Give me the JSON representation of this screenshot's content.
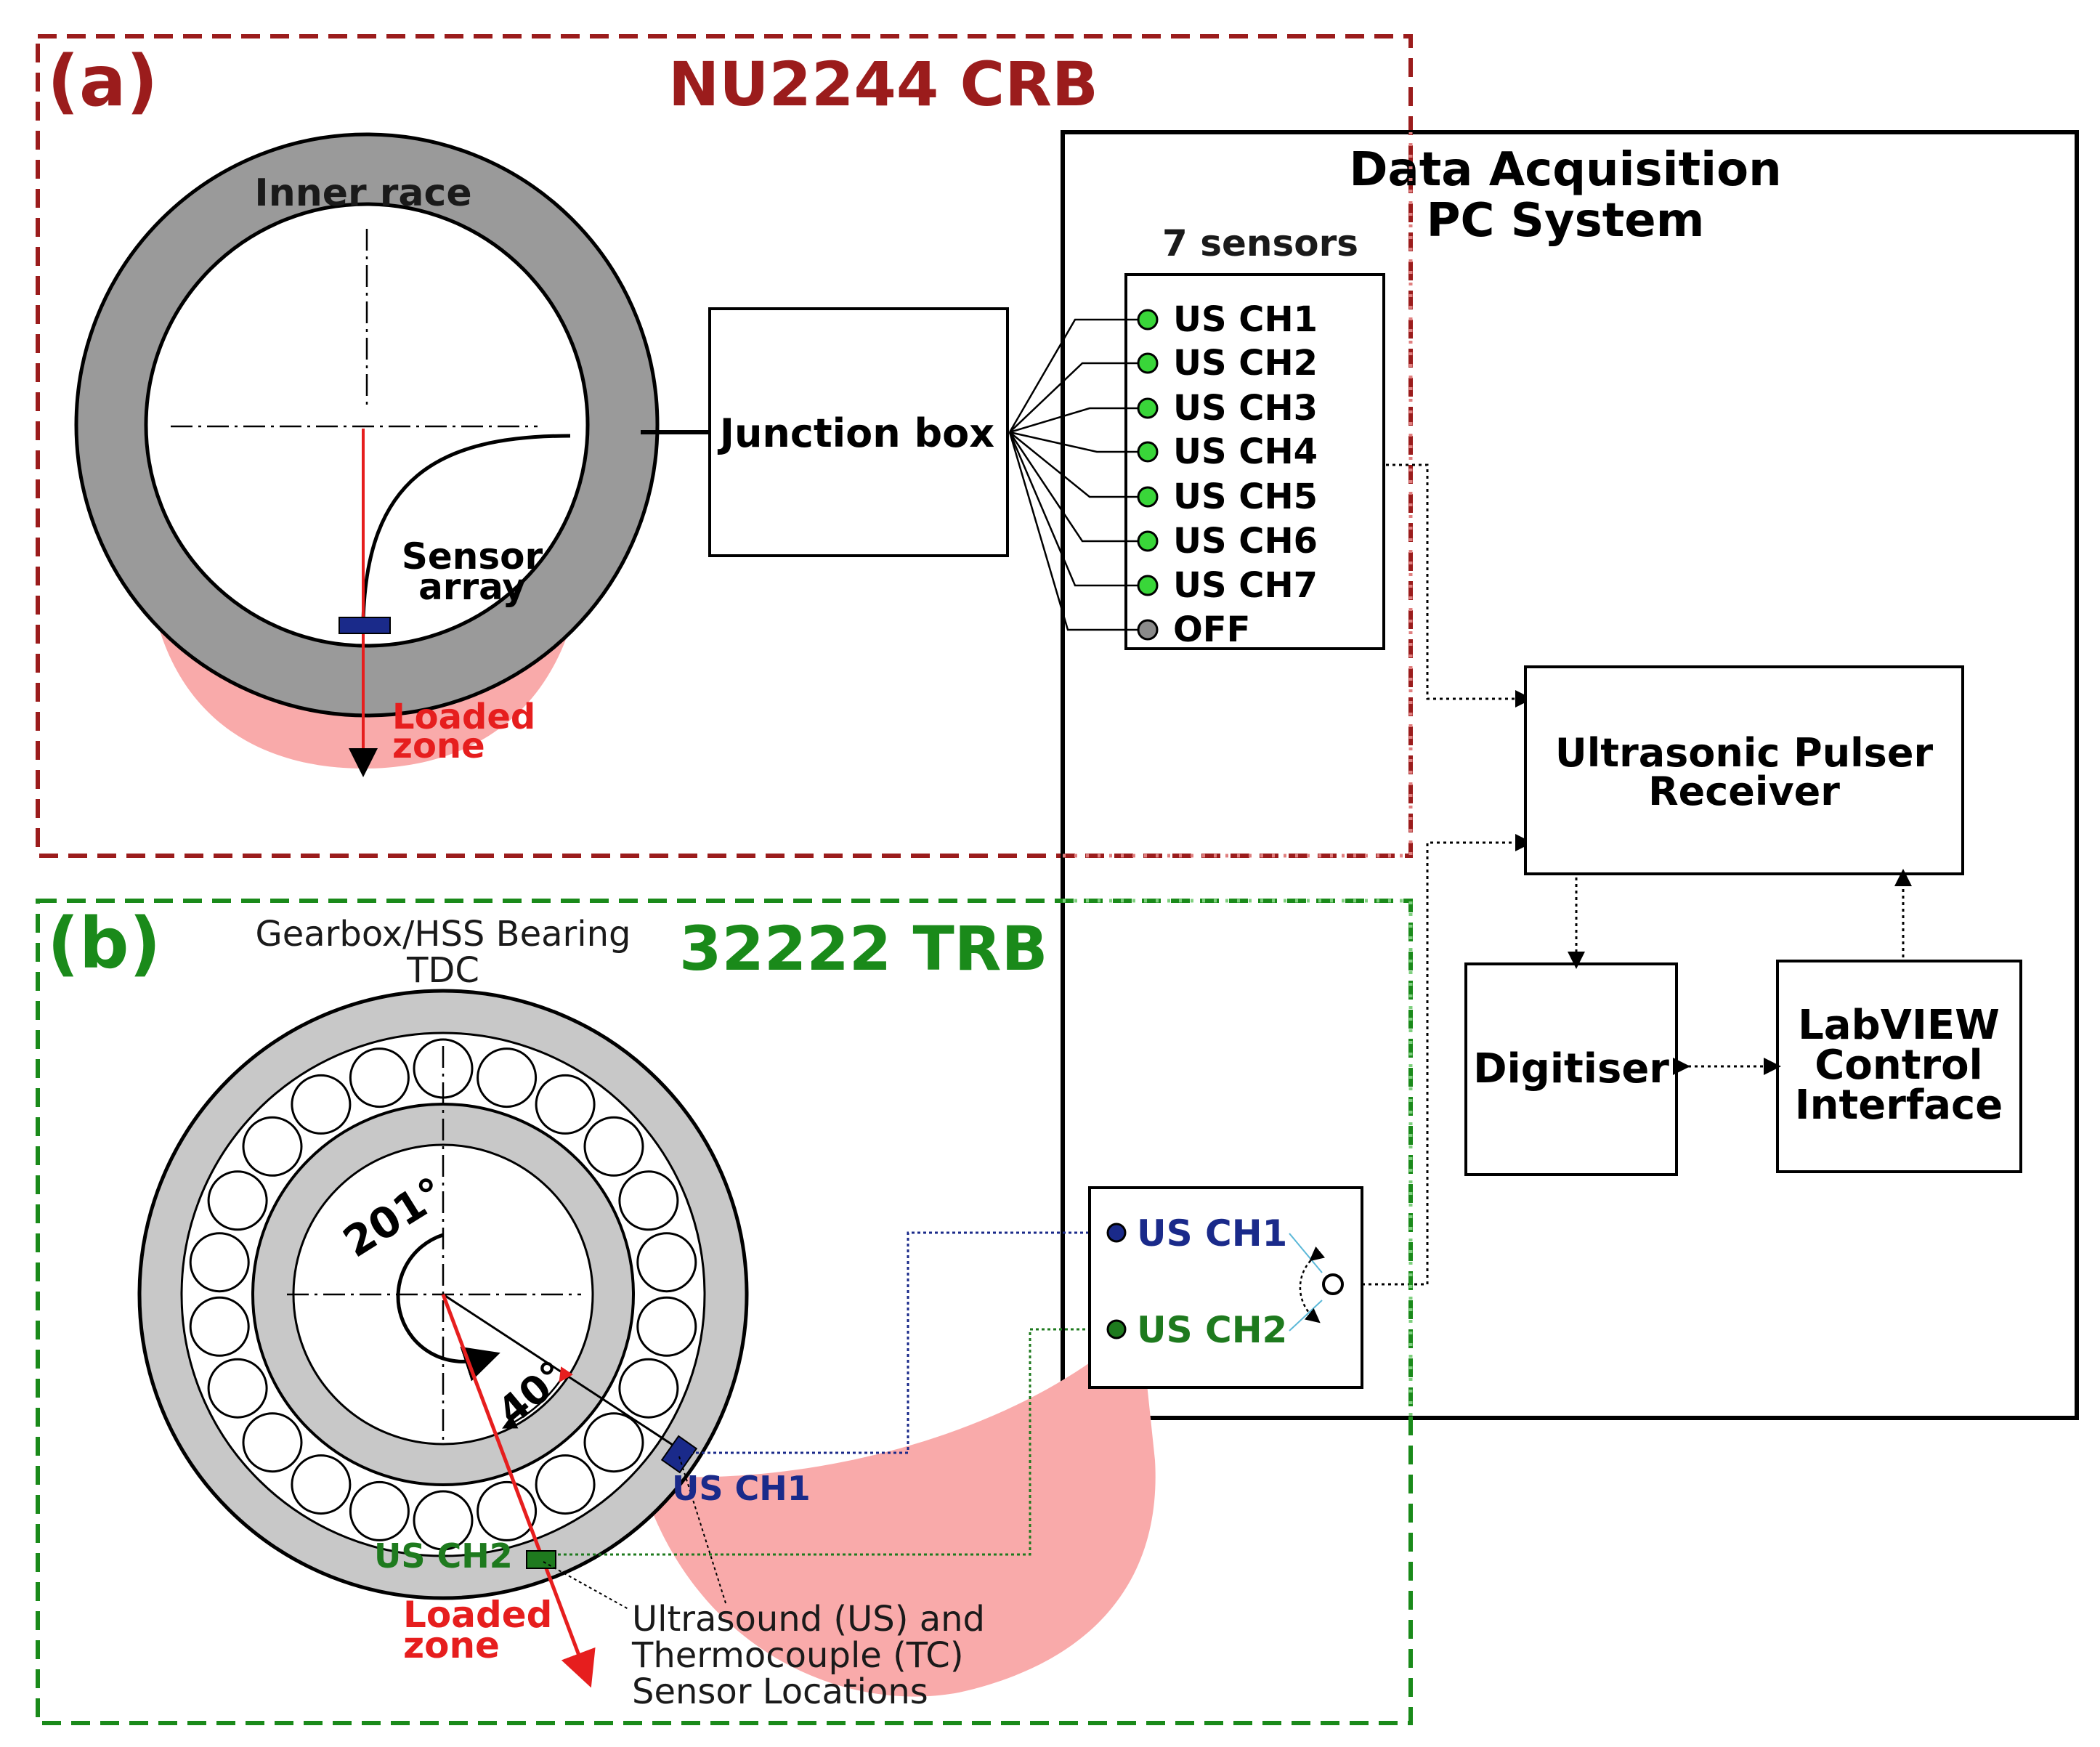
{
  "panel_a": {
    "label": "(a)",
    "title": "NU2244 CRB",
    "inner_race_label": "Inner race",
    "sensor_array_label_line1": "Sensor",
    "sensor_array_label_line2": "array",
    "loaded_zone_line1": "Loaded",
    "loaded_zone_line2": "zone",
    "junction_box_label": "Junction box"
  },
  "daq": {
    "title_line1": "Data Acquisition",
    "title_line2": "PC System",
    "sensors_header": "7 sensors",
    "channels": [
      "US CH1",
      "US CH2",
      "US CH3",
      "US CH4",
      "US CH5",
      "US CH6",
      "US CH7",
      "OFF"
    ],
    "pulser_line1": "Ultrasonic Pulser",
    "pulser_line2": "Receiver",
    "digitiser_label": "Digitiser",
    "labview_line1": "LabVIEW",
    "labview_line2": "Control",
    "labview_line3": "Interface",
    "switch_ch1": "US CH1",
    "switch_ch2": "US CH2"
  },
  "panel_b": {
    "label": "(b)",
    "title": "32222 TRB",
    "tdc_line1": "Gearbox/HSS Bearing",
    "tdc_line2": "TDC",
    "angle_201": "201°",
    "angle_40": "40°",
    "ch1_label": "US CH1",
    "ch2_label": "US CH2",
    "loaded_zone_line1": "Loaded",
    "loaded_zone_line2": "zone",
    "sensor_loc_line1": "Ultrasound (US) and",
    "sensor_loc_line2": "Thermocouple (TC)",
    "sensor_loc_line3": "Sensor Locations"
  },
  "colors": {
    "panel_a": "#9b1c1c",
    "panel_b": "#1a8a1a",
    "loaded_zone_fill": "#f9aaaa",
    "red_arrow": "#e61e1e",
    "active_led": "#39d639",
    "off_led": "#8a8a8a",
    "ch1_blue": "#1a2a8a",
    "ch2_green": "#1e7a1e",
    "race_grey": "#9a9a9a",
    "light_grey": "#c8c8c8"
  }
}
